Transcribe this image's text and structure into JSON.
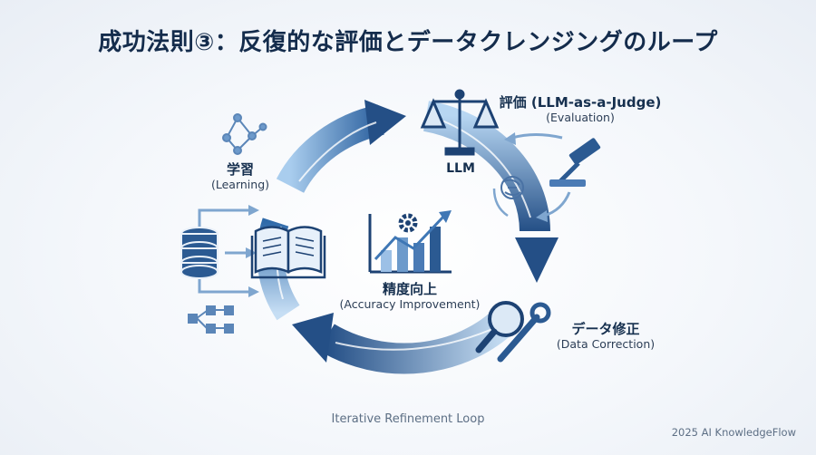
{
  "title": "成功法則③：反復的な評価とデータクレンジングのループ",
  "nodes": {
    "evaluation": {
      "label_jp": "評価 (LLM-as-a-Judge)",
      "label_en": "(Evaluation)",
      "llm_tag": "LLM"
    },
    "learning": {
      "label_jp": "学習",
      "label_en": "(Learning)"
    },
    "data_correction": {
      "label_jp": "データ修正",
      "label_en": "(Data Correction)"
    },
    "accuracy": {
      "label_jp": "精度向上",
      "label_en": "(Accuracy Improvement)"
    }
  },
  "caption": "Iterative Refinement Loop",
  "footer": "2025 AI KnowledgeFlow",
  "colors": {
    "dark_blue": "#1f4e86",
    "mid_blue": "#3f77b5",
    "light_blue": "#a8cdef",
    "title": "#142c4c"
  },
  "icons": [
    "scale-icon",
    "gavel-icon",
    "swirl-logo-icon",
    "network-icon",
    "database-icon",
    "book-icon",
    "flow-icon",
    "bar-chart-icon",
    "gear-icon",
    "magnifier-icon",
    "wrench-icon"
  ]
}
